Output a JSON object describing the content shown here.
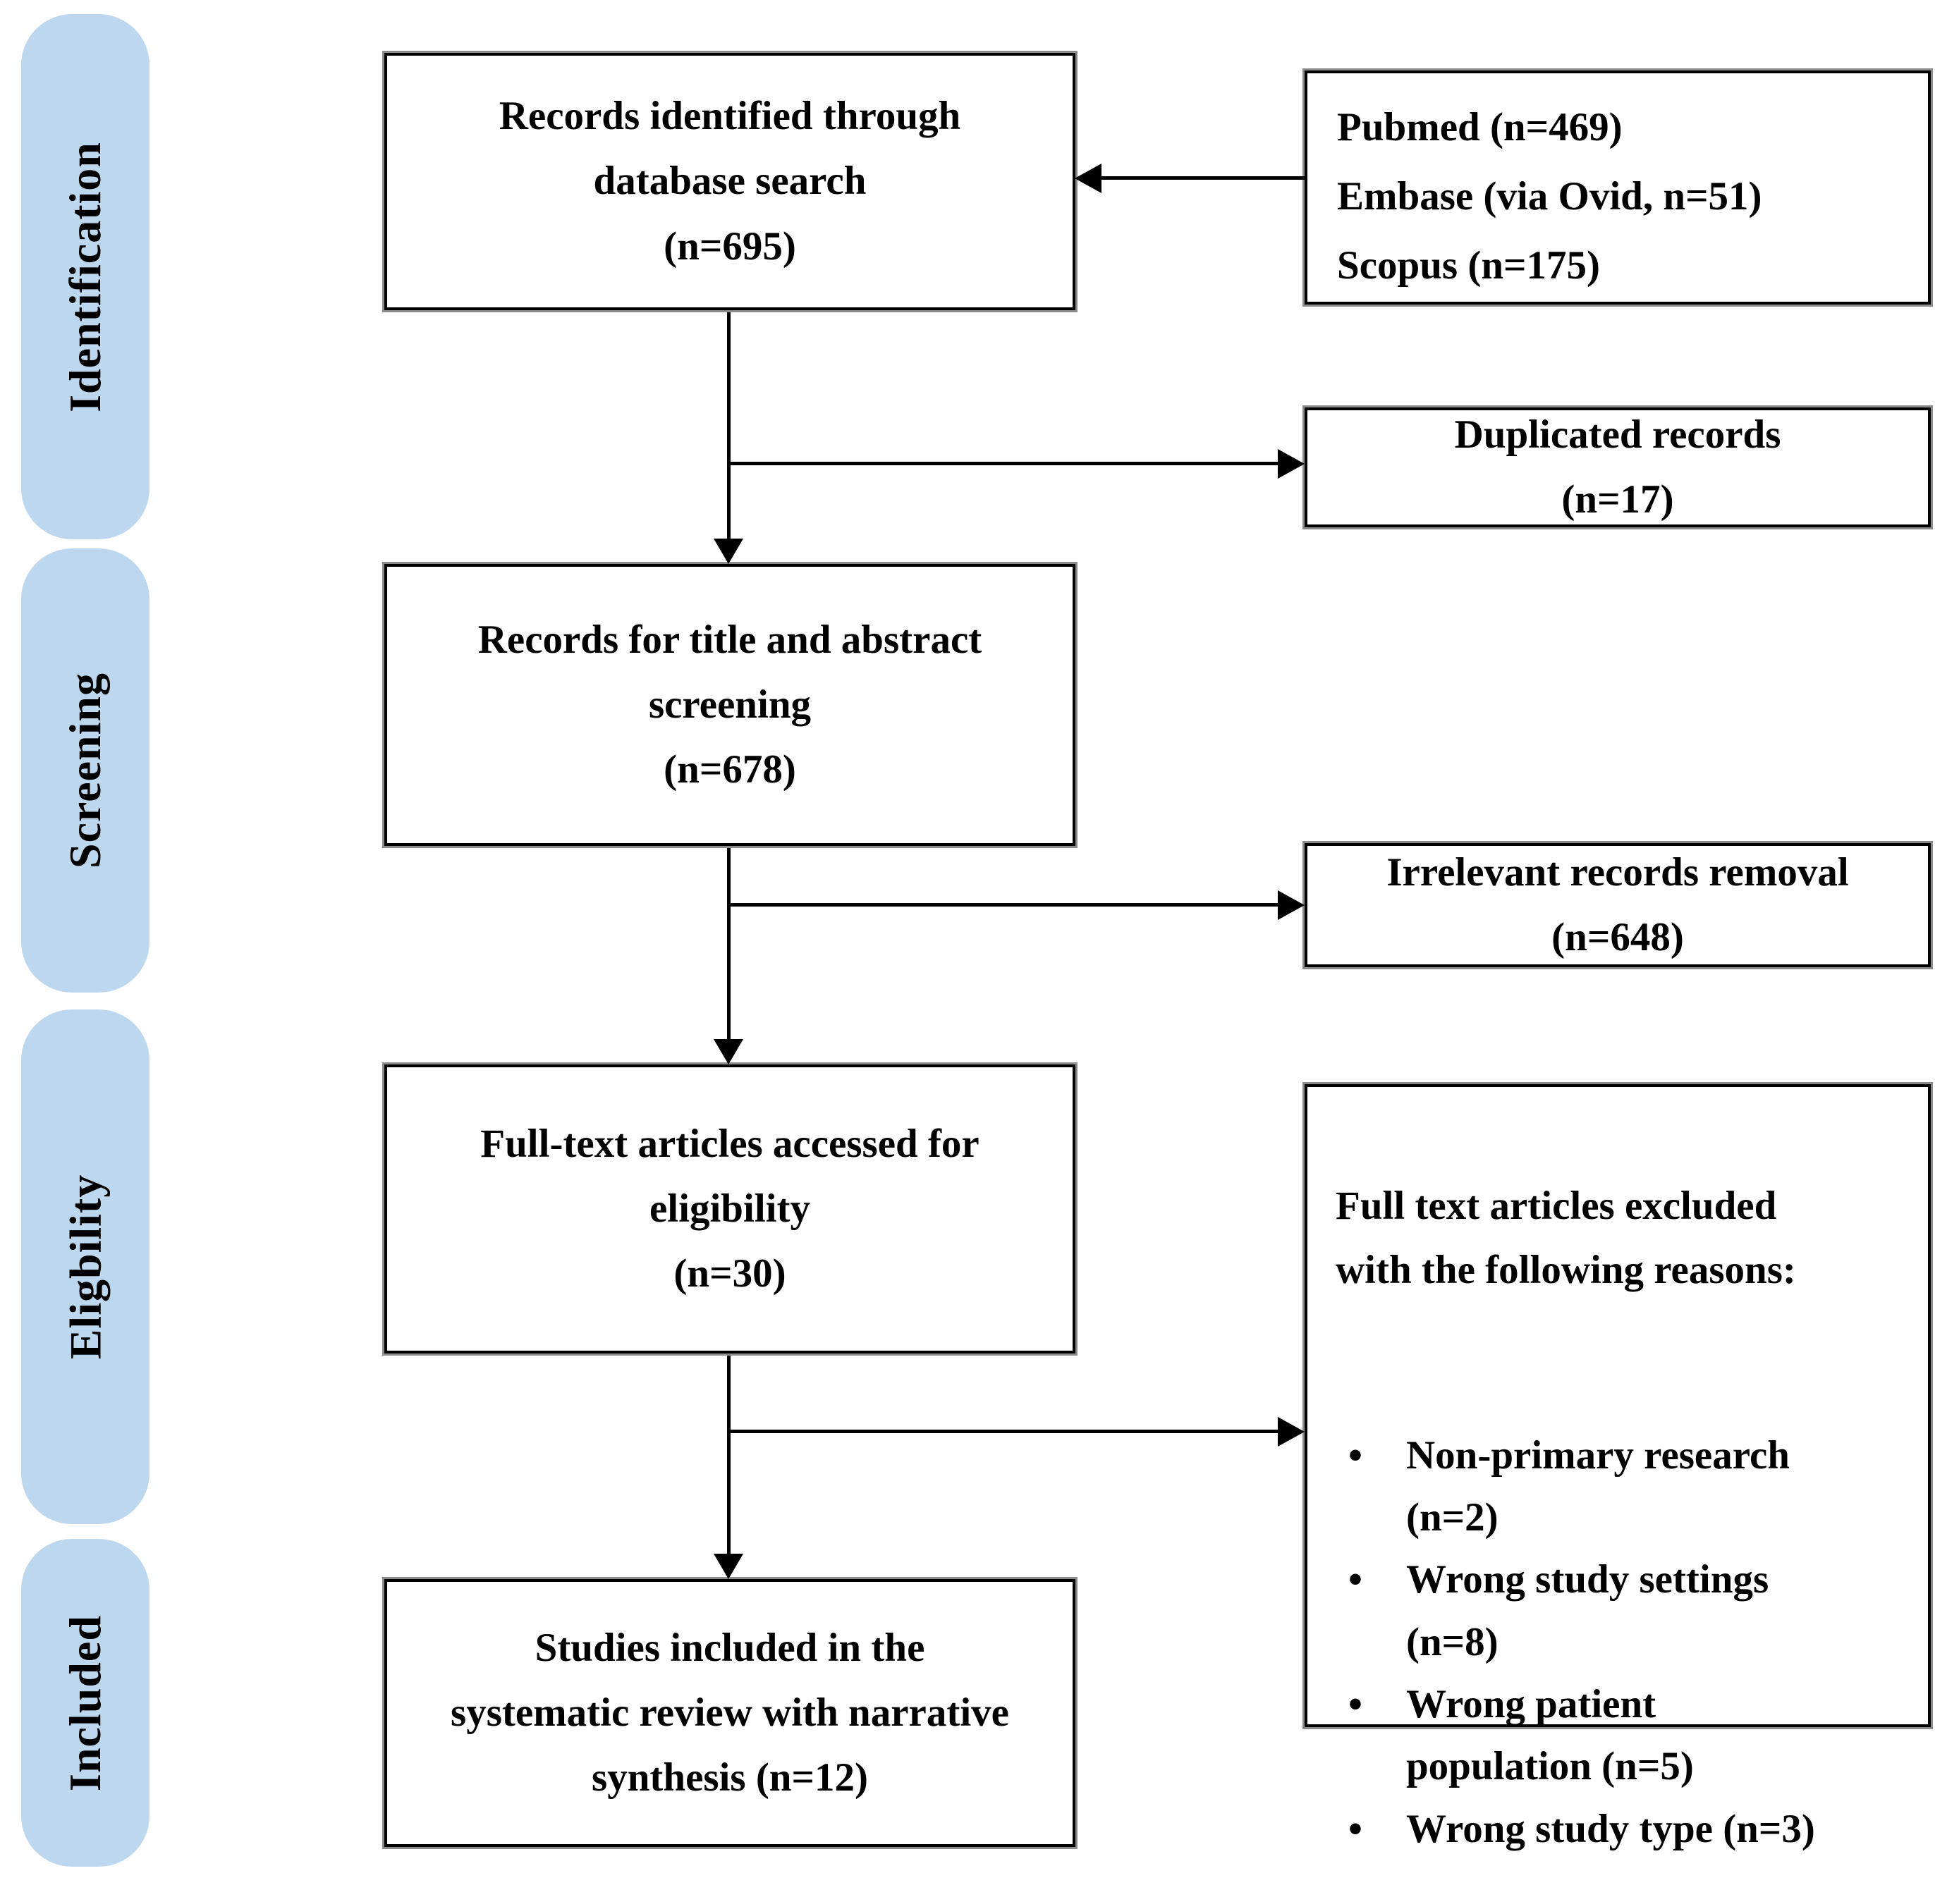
{
  "figure": {
    "stage_labels": [
      {
        "label": "Identification"
      },
      {
        "label": "Screening"
      },
      {
        "label": "Eligbility"
      },
      {
        "label": "Included"
      }
    ],
    "flow_boxes": [
      {
        "text": "Records identified through\ndatabase search\n(n=695)"
      },
      {
        "text": "Records for title and abstract\nscreening\n(n=678)"
      },
      {
        "text": "Full-text articles accessed for\neligibility\n(n=30)"
      },
      {
        "text": "Studies included in the\nsystematic review with narrative\nsynthesis (n=12)"
      }
    ],
    "side_boxes": {
      "databases": {
        "text": "Pubmed (n=469)\nEmbase (via Ovid, n=51)\nScopus (n=175)"
      },
      "duplicates": {
        "text": "Duplicated records\n(n=17)"
      },
      "irrelevant": {
        "text": "Irrelevant records removal\n(n=648)"
      },
      "excluded": {
        "heading": "Full text articles excluded\nwith the following reasons:",
        "bullet_glyph": "•",
        "bullets": [
          {
            "text": "Non-primary research\n(n=2)"
          },
          {
            "text": "Wrong study settings\n(n=8)"
          },
          {
            "text": "Wrong patient\npopulation (n=5)"
          },
          {
            "text": "Wrong study type (n=3)"
          }
        ]
      }
    },
    "colors": {
      "stage_fill": "#BDD7EE",
      "box_border": "#000000",
      "box_outer_edge": "#8C8C8C",
      "text": "#000000",
      "background": "#FFFFFF"
    }
  }
}
